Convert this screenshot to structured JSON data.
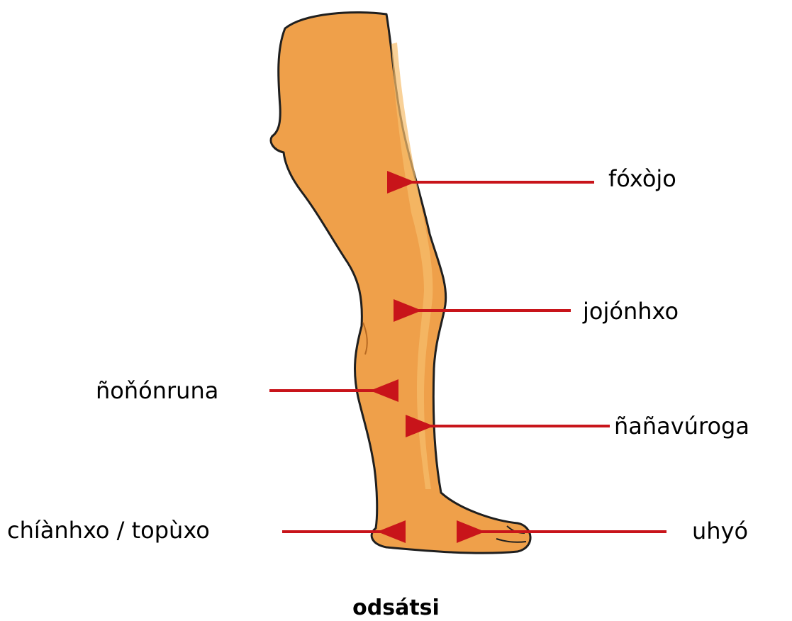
{
  "title": "odsátsi",
  "labels": {
    "thigh": "fóxòjo",
    "knee": "jojónhxo",
    "calf": "ñoňónruna",
    "shin": "ñañavúroga",
    "ankle": "chíànhxo / topùxo",
    "toes": "uhyó"
  },
  "colors": {
    "skin": "#EFA04A",
    "skin_highlight": "#F6BE6C",
    "outline": "#1f1f1f",
    "arrow": "#C8141A",
    "text": "#000000"
  }
}
